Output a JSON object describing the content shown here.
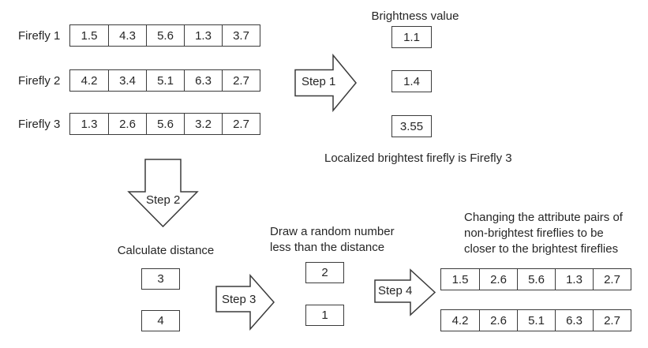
{
  "fireflies": {
    "rows": [
      {
        "label": "Firefly 1",
        "values": [
          "1.5",
          "4.3",
          "5.6",
          "1.3",
          "3.7"
        ]
      },
      {
        "label": "Firefly 2",
        "values": [
          "4.2",
          "3.4",
          "5.1",
          "6.3",
          "2.7"
        ]
      },
      {
        "label": "Firefly 3",
        "values": [
          "1.3",
          "2.6",
          "5.6",
          "3.2",
          "2.7"
        ]
      }
    ]
  },
  "brightness": {
    "title": "Brightness value",
    "values": [
      "1.1",
      "1.4",
      "3.55"
    ],
    "note": "Localized brightest firefly is Firefly 3"
  },
  "steps": {
    "s1": "Step 1",
    "s2": "Step 2",
    "s3": "Step 3",
    "s4": "Step 4"
  },
  "distance": {
    "title": "Calculate distance",
    "values": [
      "3",
      "4"
    ]
  },
  "random": {
    "line1": "Draw a random number",
    "line2": "less than the distance",
    "values": [
      "2",
      "1"
    ]
  },
  "update": {
    "line1": "Changing the attribute pairs of",
    "line2": "non-brightest fireflies to be",
    "line3": "closer to the brightest fireflies",
    "rows": [
      [
        "1.5",
        "2.6",
        "5.6",
        "1.3",
        "2.7"
      ],
      [
        "4.2",
        "2.6",
        "5.1",
        "6.3",
        "2.7"
      ]
    ]
  },
  "colors": {
    "stroke": "#3b3b3b",
    "text": "#262626",
    "background": "#ffffff"
  }
}
